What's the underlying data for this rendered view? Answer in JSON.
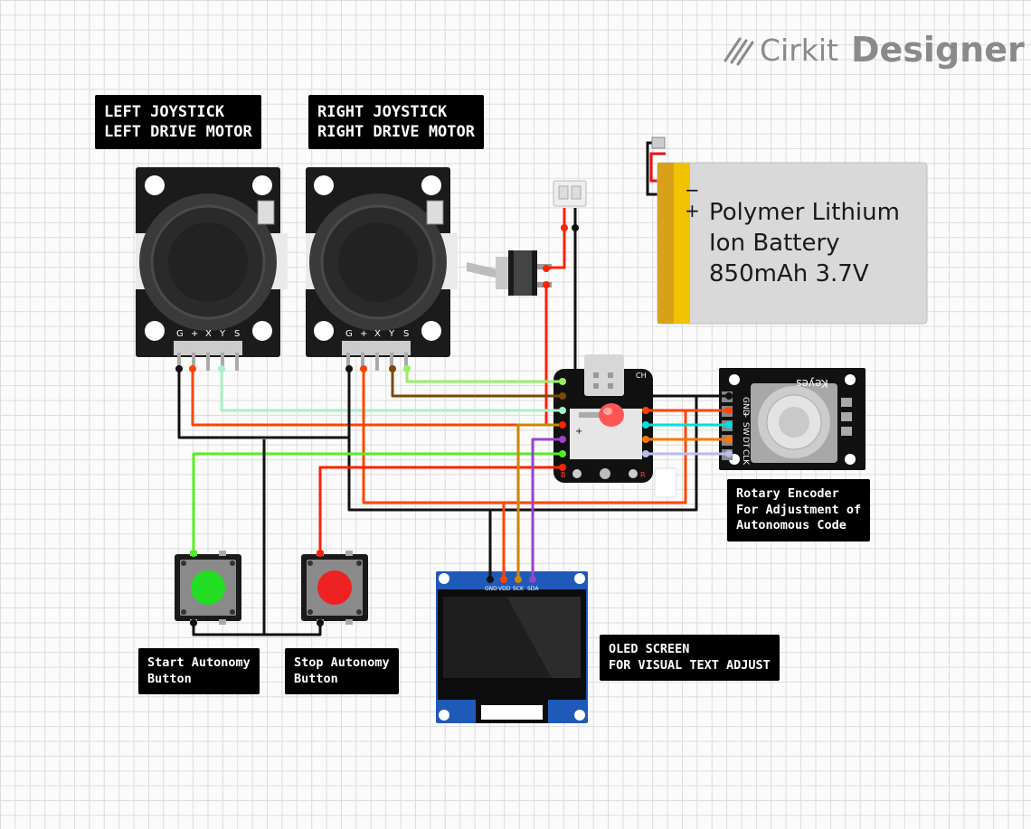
{
  "app": {
    "brand_light": "Cirkit",
    "brand_bold": "Designer",
    "logo_icon": "cirkit-logo-icon"
  },
  "labels": {
    "left_joystick": "LEFT JOYSTICK\nLEFT DRIVE MOTOR",
    "right_joystick": "RIGHT JOYSTICK\nRIGHT DRIVE MOTOR",
    "start_button": "Start Autonomy\nButton",
    "stop_button": "Stop Autonomy\nButton",
    "oled": "OLED SCREEN\nFOR VISUAL TEXT ADJUST",
    "encoder": "Rotary Encoder\nFor Adjustment of\nAutonomous Code"
  },
  "battery": {
    "text": "Polymer Lithium\nIon Battery\n850mAh 3.7V",
    "minus": "−",
    "plus": "+"
  },
  "joystick_pins": [
    "G",
    "+",
    "X",
    "Y",
    "S"
  ],
  "encoder": {
    "brand": "Keyes",
    "pins": [
      "GND",
      "+",
      "SW",
      "DT",
      "CLK"
    ]
  },
  "oled": {
    "pins": [
      "GND",
      "VDD",
      "SCK",
      "SDA"
    ]
  },
  "mcu": {
    "label_ch": "CH",
    "label_b": "B",
    "label_r": "R",
    "label_plus": "+"
  },
  "colors": {
    "wire_black": "#111111",
    "wire_red": "#ff2200",
    "wire_orange": "#ff4400",
    "wire_green": "#55ee22",
    "wire_lightgreen": "#99ee66",
    "wire_mint": "#aaf0c8",
    "wire_brown": "#7a4a08",
    "wire_gold": "#cc8800",
    "wire_purple": "#9944cc",
    "wire_cyan": "#00dddd",
    "wire_lavender": "#bbbbee",
    "wire_encoder_orange": "#ff7700",
    "button_start": "#22dd22",
    "button_stop": "#ee2222",
    "oled_blue": "#1f5ab8",
    "battery_gold": "#d8a11a"
  }
}
